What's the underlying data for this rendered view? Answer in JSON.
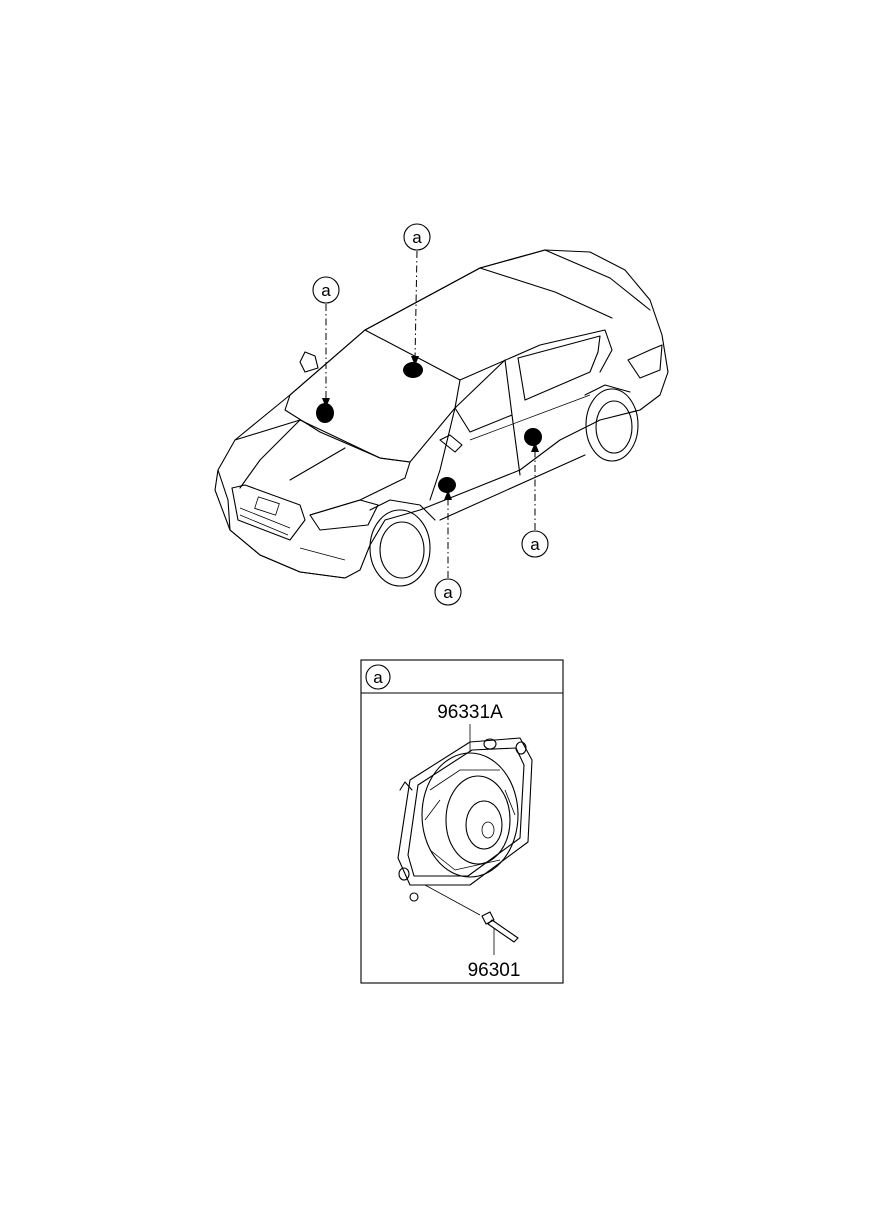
{
  "callouts": {
    "roof": "a",
    "windshield": "a",
    "front_door": "a",
    "rear_door": "a",
    "detail_box": "a"
  },
  "parts": {
    "speaker": "96331A",
    "screw": "96301"
  }
}
